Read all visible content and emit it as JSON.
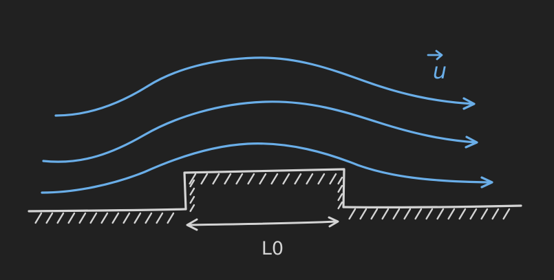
{
  "diagram": {
    "background": "#212121",
    "colors": {
      "streamline": "#6aaee8",
      "surface": "#d4d4d4"
    },
    "velocity_label": "u",
    "velocity_label_has_arrow": true,
    "length_label": "L0",
    "streamline_count": 3,
    "icons": {
      "streamline_arrowhead": "arrowhead-icon",
      "dimension_arrowhead": "double-arrow-icon",
      "vector_arrow": "vector-arrow-icon"
    }
  }
}
